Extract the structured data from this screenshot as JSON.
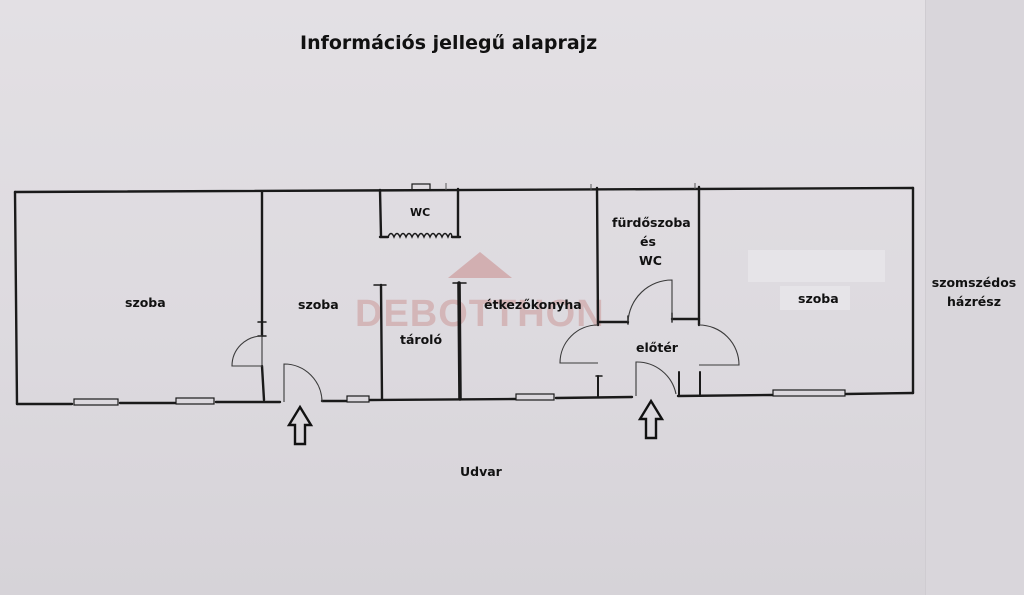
{
  "title": "Információs jellegű alaprajz",
  "rooms": {
    "szoba_left": "szoba",
    "szoba_middle": "szoba",
    "wc": "WC",
    "tarolo": "tároló",
    "etkezokonyha": "étkezőkonyha",
    "furdoszoba_line1": "fürdőszoba",
    "furdoszoba_line2": "és",
    "furdoszoba_line3": "WC",
    "eloter": "előtér",
    "szoba_right": "szoba"
  },
  "neighbor": {
    "line1": "szomszédos",
    "line2": "házrész"
  },
  "yard": "Udvar",
  "watermark": "DEBOTTHON",
  "colors": {
    "ink": "#1a1a1a",
    "watermark": "#c98b8b",
    "paper": "#e0dde2"
  },
  "icons": [
    "entrance-arrow-icon",
    "entrance-arrow-icon"
  ]
}
